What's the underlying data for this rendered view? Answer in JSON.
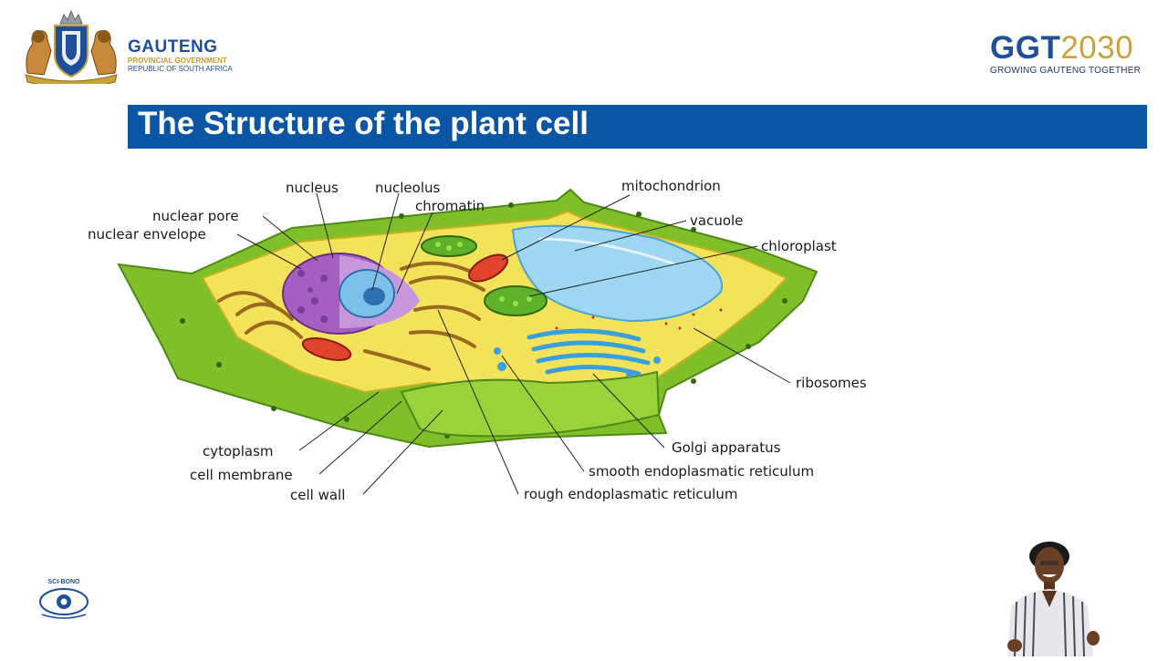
{
  "header": {
    "gauteng_name": "GAUTENG",
    "gauteng_sub1": "PROVINCIAL GOVERNMENT",
    "gauteng_sub2": "REPUBLIC OF SOUTH AFRICA",
    "ggt_blue": "GGT",
    "ggt_gold": "2030",
    "ggt_tagline": "GROWING GAUTENG TOGETHER"
  },
  "slide": {
    "title": "The Structure of the plant cell"
  },
  "diagram": {
    "labels": {
      "nucleus": "nucleus",
      "nucleolus": "nucleolus",
      "chromatin": "chromatin",
      "nuclear_pore": "nuclear pore",
      "nuclear_envelope": "nuclear envelope",
      "mitochondrion": "mitochondrion",
      "vacuole": "vacuole",
      "chloroplast": "chloroplast",
      "ribosomes": "ribosomes",
      "golgi": "Golgi apparatus",
      "smooth_er": "smooth endoplasmatic reticulum",
      "rough_er": "rough endoplasmatic reticulum",
      "cytoplasm": "cytoplasm",
      "cell_membrane": "cell membrane",
      "cell_wall": "cell wall"
    }
  },
  "footer": {
    "sci_bono": "SCI-BONO"
  },
  "colors": {
    "title_bar": "#0b55a5",
    "brand_blue": "#1f4e9c",
    "brand_gold": "#c9a23a",
    "cell_wall_green": "#7fbf2a",
    "cytoplasm_yellow": "#f3e35a",
    "vacuole_blue": "#9fd6f2",
    "nucleus_purple": "#a45fc0"
  }
}
